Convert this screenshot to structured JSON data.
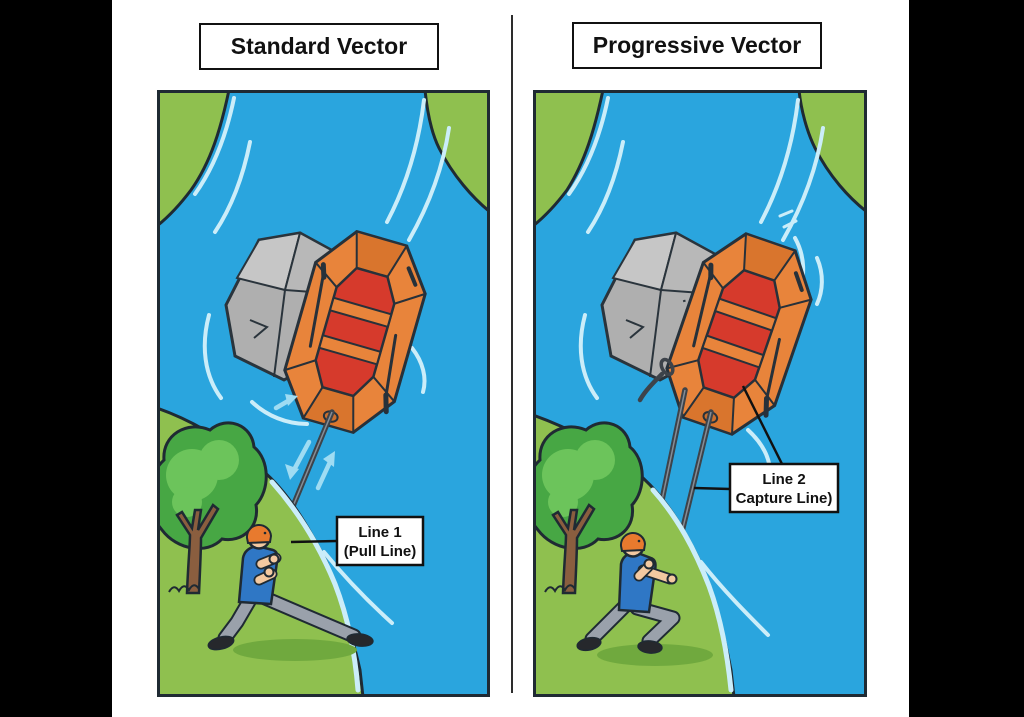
{
  "figure": {
    "left_panel": {
      "title": "Standard Vector",
      "callout": {
        "line1": "Line 1",
        "line2": "(Pull Line)"
      }
    },
    "right_panel": {
      "title": "Progressive Vector",
      "callout": {
        "line1": "Line 2",
        "line2": "Capture Line)"
      }
    },
    "colors": {
      "frame_bars": "#000000",
      "water": "#2AA5DE",
      "current_lines": "#CBEDF9",
      "bank_green": "#8FC04F",
      "grass_shadow": "#70A93E",
      "rock_gray": "#AFAFAF",
      "rock_light": "#C6C6C6",
      "raft_tube_orange": "#E8843B",
      "raft_end_orange": "#D9752D",
      "raft_floor_red": "#D63A2C",
      "rope_gray": "#3D434A",
      "tree_dark_green": "#47A744",
      "tree_light_green": "#6CC45B",
      "trunk_brown": "#8A5E3F",
      "helmet_orange": "#E87A2E",
      "shirt_blue": "#2F77C5",
      "pants_gray": "#9AA1AB",
      "skin": "#F3C9A1",
      "outline": "#1F2A33"
    }
  }
}
